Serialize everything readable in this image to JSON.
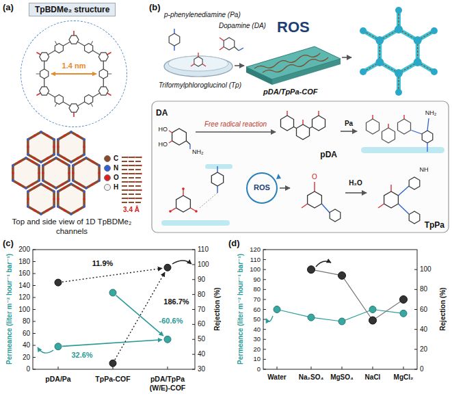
{
  "diagram": {
    "nodes": [
      {
        "text": [
          "TpBDMe₂ structure"
        ]
      },
      {
        "text": [
          "1.4 nm"
        ]
      },
      {
        "text": [
          "DA"
        ]
      },
      {
        "text": [
          "pDA"
        ]
      },
      {
        "text": [
          "ROS"
        ]
      },
      {
        "text": [
          "TpPa"
        ]
      }
    ],
    "edges": [
      {
        "from": 2,
        "to": 3,
        "label": "Free radical reaction",
        "arrow": "to"
      }
    ],
    "labels": [
      "(a)",
      "3.4 Å",
      "Top and side view of 1D TpBDMe₂ channels",
      "(b)",
      "p-phenylenediamine (Pa)",
      "Dopamine (DA)",
      "ROS",
      "Triformylphloroglucinol (Tp)",
      "pDA/TpPa-COF",
      "Pa",
      "H₂O",
      "NH₂",
      "HO",
      "HO",
      "NH₂",
      "O",
      "NH",
      "(c)",
      "Permeance (liter m⁻² hour⁻¹ bar⁻¹)",
      "Rejection (%)",
      "0",
      "20",
      "40",
      "60",
      "80",
      "100",
      "120",
      "140",
      "160",
      "180",
      "200",
      "30",
      "40",
      "50",
      "60",
      "70",
      "80",
      "90",
      "100",
      "110",
      "pDA/Pa",
      "TpPa-COF",
      "pDA/TpPa (W/E)-COF",
      "11.9%",
      "186.7%",
      "32.6%",
      "-60.6%",
      "(d)",
      "Permeance (liter m⁻² hour⁻¹ bar⁻¹)",
      "Rejection (%)",
      "0",
      "10",
      "20",
      "30",
      "40",
      "50",
      "60",
      "70",
      "80",
      "90",
      "100",
      "110",
      "120",
      "0",
      "20",
      "40",
      "60",
      "80",
      "100",
      "Water",
      "Na₂SO₄",
      "MgSO₄",
      "NaCl",
      "MgCl₂"
    ],
    "legend": [
      {
        "text": "C",
        "color": "#8b4a2b"
      },
      {
        "text": "N",
        "color": "#2f5fd0"
      },
      {
        "text": "O",
        "color": "#e02020"
      },
      {
        "text": "H",
        "color": "#f2f2f2"
      }
    ]
  }
}
